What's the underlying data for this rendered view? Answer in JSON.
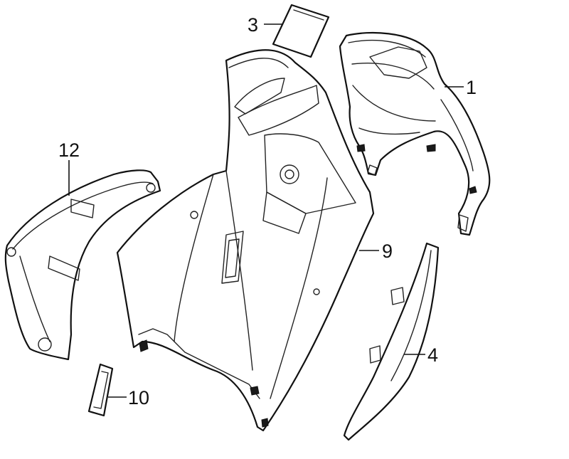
{
  "callouts": {
    "part_1": "1",
    "part_3": "3",
    "part_4": "4",
    "part_9": "9",
    "part_10": "10",
    "part_12": "12"
  }
}
